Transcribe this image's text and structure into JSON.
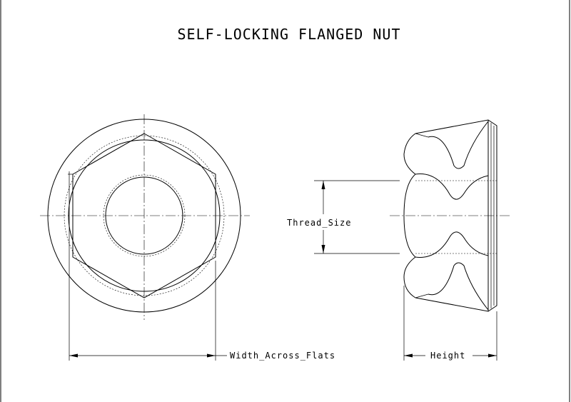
{
  "drawing": {
    "title": "SELF-LOCKING FLANGED NUT",
    "labels": {
      "thread_size": "Thread_Size",
      "width_across_flats": "Width_Across_Flats",
      "height": "Height"
    },
    "line_color": "#000000",
    "background": "#ffffff"
  }
}
